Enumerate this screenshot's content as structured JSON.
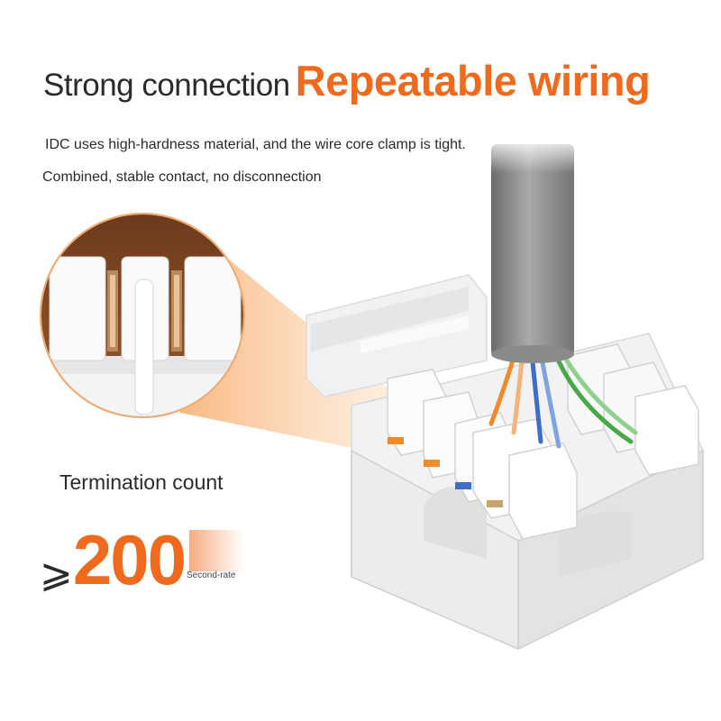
{
  "headline": {
    "dark": "Strong connection",
    "accent": "Repeatable wiring"
  },
  "subtitle": {
    "line1": "IDC uses high-hardness material, and the wire core clamp is tight.",
    "line2": "Combined, stable contact, no disconnection"
  },
  "termination": {
    "label": "Termination count",
    "symbol": "⩾",
    "value": "200",
    "unit": "Second-rate"
  },
  "colors": {
    "accent": "#ef6a1c",
    "text": "#2b2b2b",
    "cable": "#8a8a8a",
    "wire_orange": "#f08a2c",
    "wire_blue": "#3d6fc9",
    "wire_green": "#4aa84a"
  }
}
